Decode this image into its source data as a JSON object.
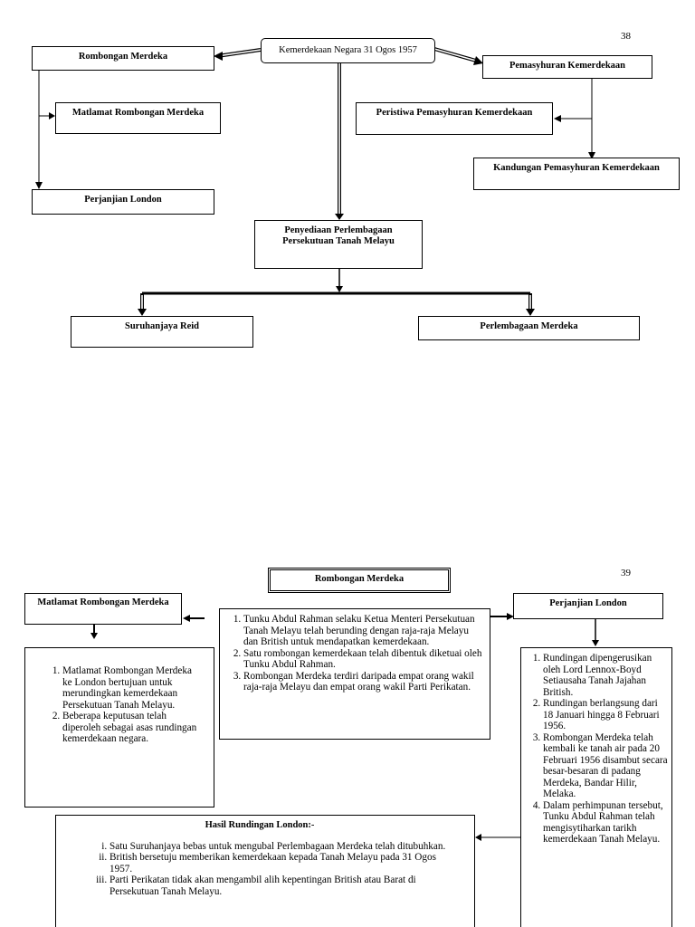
{
  "page1": {
    "page_number": "38",
    "center": "Kemerdekaan Negara 31 Ogos 1957",
    "rombongan": "Rombongan Merdeka",
    "matlamat": "Matlamat Rombongan Merdeka",
    "perjanjian": "Perjanjian London",
    "pemasyhuran": "Pemasyhuran Kemerdekaan",
    "peristiwa": "Peristiwa Pemasyhuran Kemerdekaan",
    "kandungan": "Kandungan Pemasyhuran Kemerdekaan",
    "penyediaan": "Penyediaan Perlembagaan Persekutuan Tanah Melayu",
    "reid": "Suruhanjaya Reid",
    "perlembagaan": "Perlembagaan Merdeka"
  },
  "page2": {
    "page_number": "39",
    "title": "Rombongan Merdeka",
    "matlamat_title": "Matlamat Rombongan Merdeka",
    "perjanjian_title": "Perjanjian London",
    "center_items": [
      "Tunku Abdul Rahman selaku Ketua Menteri Persekutuan Tanah Melayu telah berunding dengan raja-raja Melayu dan British untuk mendapatkan kemerdekaan.",
      "Satu  rombongan kemerdekaan telah dibentuk diketuai oleh Tunku Abdul Rahman.",
      "Rombongan Merdeka terdiri daripada empat orang wakil raja-raja Melayu dan empat orang wakil Parti Perikatan."
    ],
    "matlamat_items": [
      "Matlamat Rombongan Merdeka ke London bertujuan untuk merundingkan kemerdekaan Persekutuan Tanah Melayu.",
      "Beberapa keputusan telah diperoleh sebagai asas rundingan kemerdekaan negara."
    ],
    "perjanjian_items": [
      "Rundingan dipengerusikan oleh Lord Lennox-Boyd Setiausaha Tanah Jajahan British.",
      "Rundingan berlangsung dari 18 Januari hingga 8 Februari 1956.",
      "Rombongan Merdeka telah kembali ke tanah air pada 20 Februari 1956 disambut secara besar-besaran di padang Merdeka, Bandar Hilir, Melaka.",
      "Dalam perhimpunan tersebut, Tunku Abdul Rahman telah mengisytiharkan tarikh kemerdekaan Tanah Melayu."
    ],
    "hasil_title": "Hasil Rundingan London:-",
    "hasil_items": [
      "Satu Suruhanjaya bebas untuk mengubal Perlembagaan Merdeka telah ditubuhkan.",
      "British bersetuju memberikan kemerdekaan kepada Tanah Melayu pada 31 Ogos 1957.",
      "Parti Perikatan tidak akan mengambil alih kepentingan British atau Barat di Persekutuan Tanah Melayu."
    ]
  }
}
